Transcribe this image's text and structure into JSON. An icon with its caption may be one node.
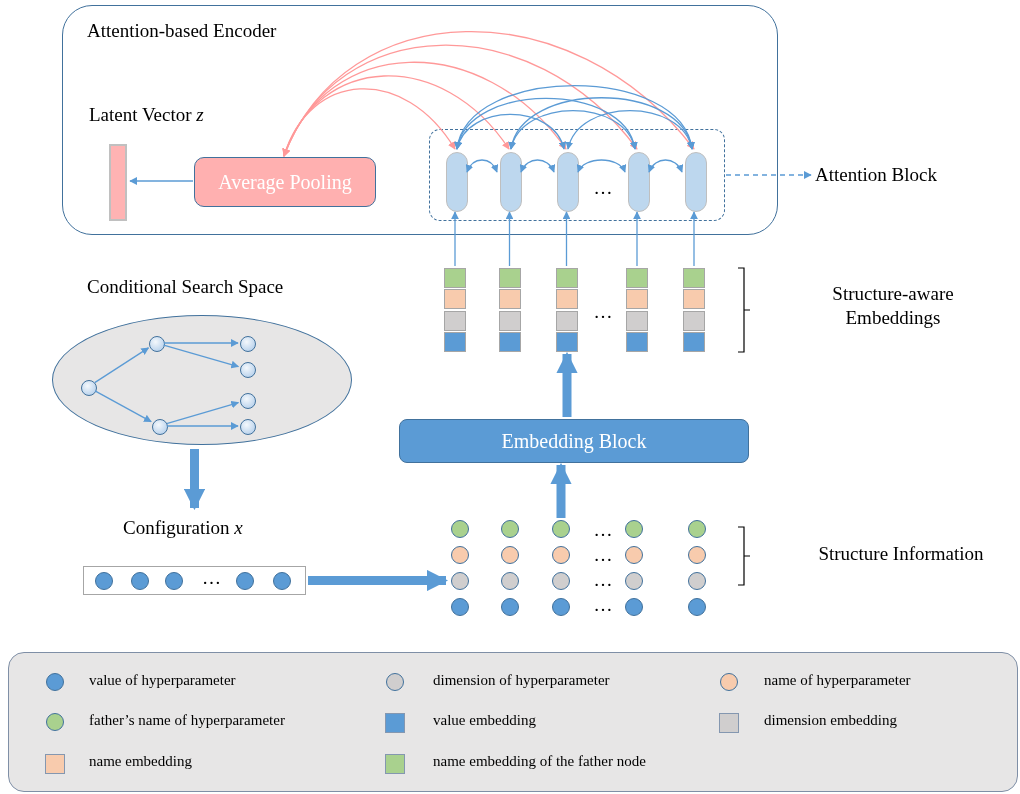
{
  "diagram": {
    "nodes": [
      {
        "text": [
          "Attention-based Encoder"
        ]
      },
      {
        "text": [],
        "shape": "bar",
        "in": 0,
        "beside": [
          "Latent Vector *z*"
        ]
      },
      {
        "text": [
          "Average Pooling"
        ],
        "in": 0
      },
      {
        "text": [],
        "shape": "box",
        "in": 0
      },
      {
        "text": [
          "Attention Block"
        ]
      },
      {
        "text": [],
        "shape": "box",
        "in": 3
      },
      {
        "text": [],
        "shape": "box",
        "in": 3
      },
      {
        "text": [],
        "shape": "box",
        "in": 3
      },
      {
        "text": [],
        "shape": "box",
        "in": 3
      },
      {
        "text": [],
        "shape": "box",
        "in": 3
      },
      {
        "text": [],
        "shape": "bar"
      },
      {
        "text": [],
        "shape": "bar"
      },
      {
        "text": [],
        "shape": "bar"
      },
      {
        "text": [],
        "shape": "bar"
      },
      {
        "text": [],
        "shape": "bar"
      },
      {
        "text": [
          "Embedding Block"
        ]
      },
      {
        "text": [],
        "shape": "bar"
      },
      {
        "text": [],
        "shape": "bar"
      },
      {
        "text": [],
        "shape": "bar"
      },
      {
        "text": [],
        "shape": "bar"
      },
      {
        "text": [],
        "shape": "bar"
      },
      {
        "text": [
          "Conditional Search Space"
        ]
      },
      {
        "text": [],
        "shape": "circle",
        "in": 21
      },
      {
        "text": [],
        "shape": "circle",
        "in": 21
      },
      {
        "text": [],
        "shape": "circle",
        "in": 21
      },
      {
        "text": [],
        "shape": "circle",
        "in": 21
      },
      {
        "text": [],
        "shape": "circle",
        "in": 21
      },
      {
        "text": [],
        "shape": "circle",
        "in": 21
      },
      {
        "text": [],
        "shape": "circle",
        "in": 21
      },
      {
        "text": [
          "Configuration *x*",
          "…"
        ]
      }
    ],
    "edges": [
      {
        "from": 2,
        "to": 1,
        "arrow": "to"
      },
      {
        "from": 2,
        "to": 5,
        "arrow": "both",
        "color": "#ff9999"
      },
      {
        "from": 2,
        "to": 6,
        "arrow": "both",
        "color": "#ff9999"
      },
      {
        "from": 2,
        "to": 7,
        "arrow": "both",
        "color": "#ff9999"
      },
      {
        "from": 2,
        "to": 8,
        "arrow": "both",
        "color": "#ff9999"
      },
      {
        "from": 2,
        "to": 9,
        "arrow": "both",
        "color": "#ff9999"
      },
      {
        "from": 5,
        "to": 6,
        "arrow": "both"
      },
      {
        "from": 6,
        "to": 7,
        "arrow": "both"
      },
      {
        "from": 7,
        "to": 8,
        "arrow": "both"
      },
      {
        "from": 8,
        "to": 9,
        "arrow": "both"
      },
      {
        "from": 5,
        "to": 7,
        "arrow": "both"
      },
      {
        "from": 5,
        "to": 8,
        "arrow": "both"
      },
      {
        "from": 5,
        "to": 9,
        "arrow": "both"
      },
      {
        "from": 6,
        "to": 8,
        "arrow": "both"
      },
      {
        "from": 6,
        "to": 9,
        "arrow": "both"
      },
      {
        "from": 7,
        "to": 9,
        "arrow": "both"
      },
      {
        "from": 3,
        "to": 4,
        "arrow": "to",
        "style": "dashed"
      },
      {
        "from": 10,
        "to": 5,
        "arrow": "to"
      },
      {
        "from": 11,
        "to": 6,
        "arrow": "to"
      },
      {
        "from": 12,
        "to": 7,
        "arrow": "to"
      },
      {
        "from": 13,
        "to": 8,
        "arrow": "to"
      },
      {
        "from": 14,
        "to": 9,
        "arrow": "to"
      },
      {
        "from": 15,
        "to": 12,
        "arrow": "to",
        "style": "thick"
      },
      {
        "from": 18,
        "to": 15,
        "arrow": "to",
        "style": "thick"
      },
      {
        "from": 22,
        "to": 23,
        "arrow": "to"
      },
      {
        "from": 22,
        "to": 24,
        "arrow": "to"
      },
      {
        "from": 23,
        "to": 25,
        "arrow": "to"
      },
      {
        "from": 23,
        "to": 26,
        "arrow": "to"
      },
      {
        "from": 24,
        "to": 27,
        "arrow": "to"
      },
      {
        "from": 24,
        "to": 28,
        "arrow": "to"
      },
      {
        "from": 21,
        "to": 29,
        "arrow": "to",
        "style": "thick"
      },
      {
        "from": 29,
        "to": 16,
        "arrow": "to",
        "style": "thick"
      }
    ],
    "labels": [
      "…",
      "Structure-aware Embeddings",
      "…",
      "…",
      "…",
      "…",
      "…",
      "Structure Information"
    ],
    "legend": [
      {
        "text": "value of hyperparameter",
        "color": "#5b9bd5"
      },
      {
        "text": "dimension of hyperparameter",
        "color": "#d0cece"
      },
      {
        "text": "name of hyperparameter",
        "color": "#f8cbad"
      },
      {
        "text": "father’s name of hyperparameter",
        "color": "#a9d18e"
      },
      {
        "text": "value embedding",
        "color": "#5b9bd5"
      },
      {
        "text": "dimension embedding",
        "color": "#d0cece"
      },
      {
        "text": "name embedding",
        "color": "#f8cbad"
      },
      {
        "text": "name embedding of the father node",
        "color": "#a9d18e"
      }
    ]
  }
}
